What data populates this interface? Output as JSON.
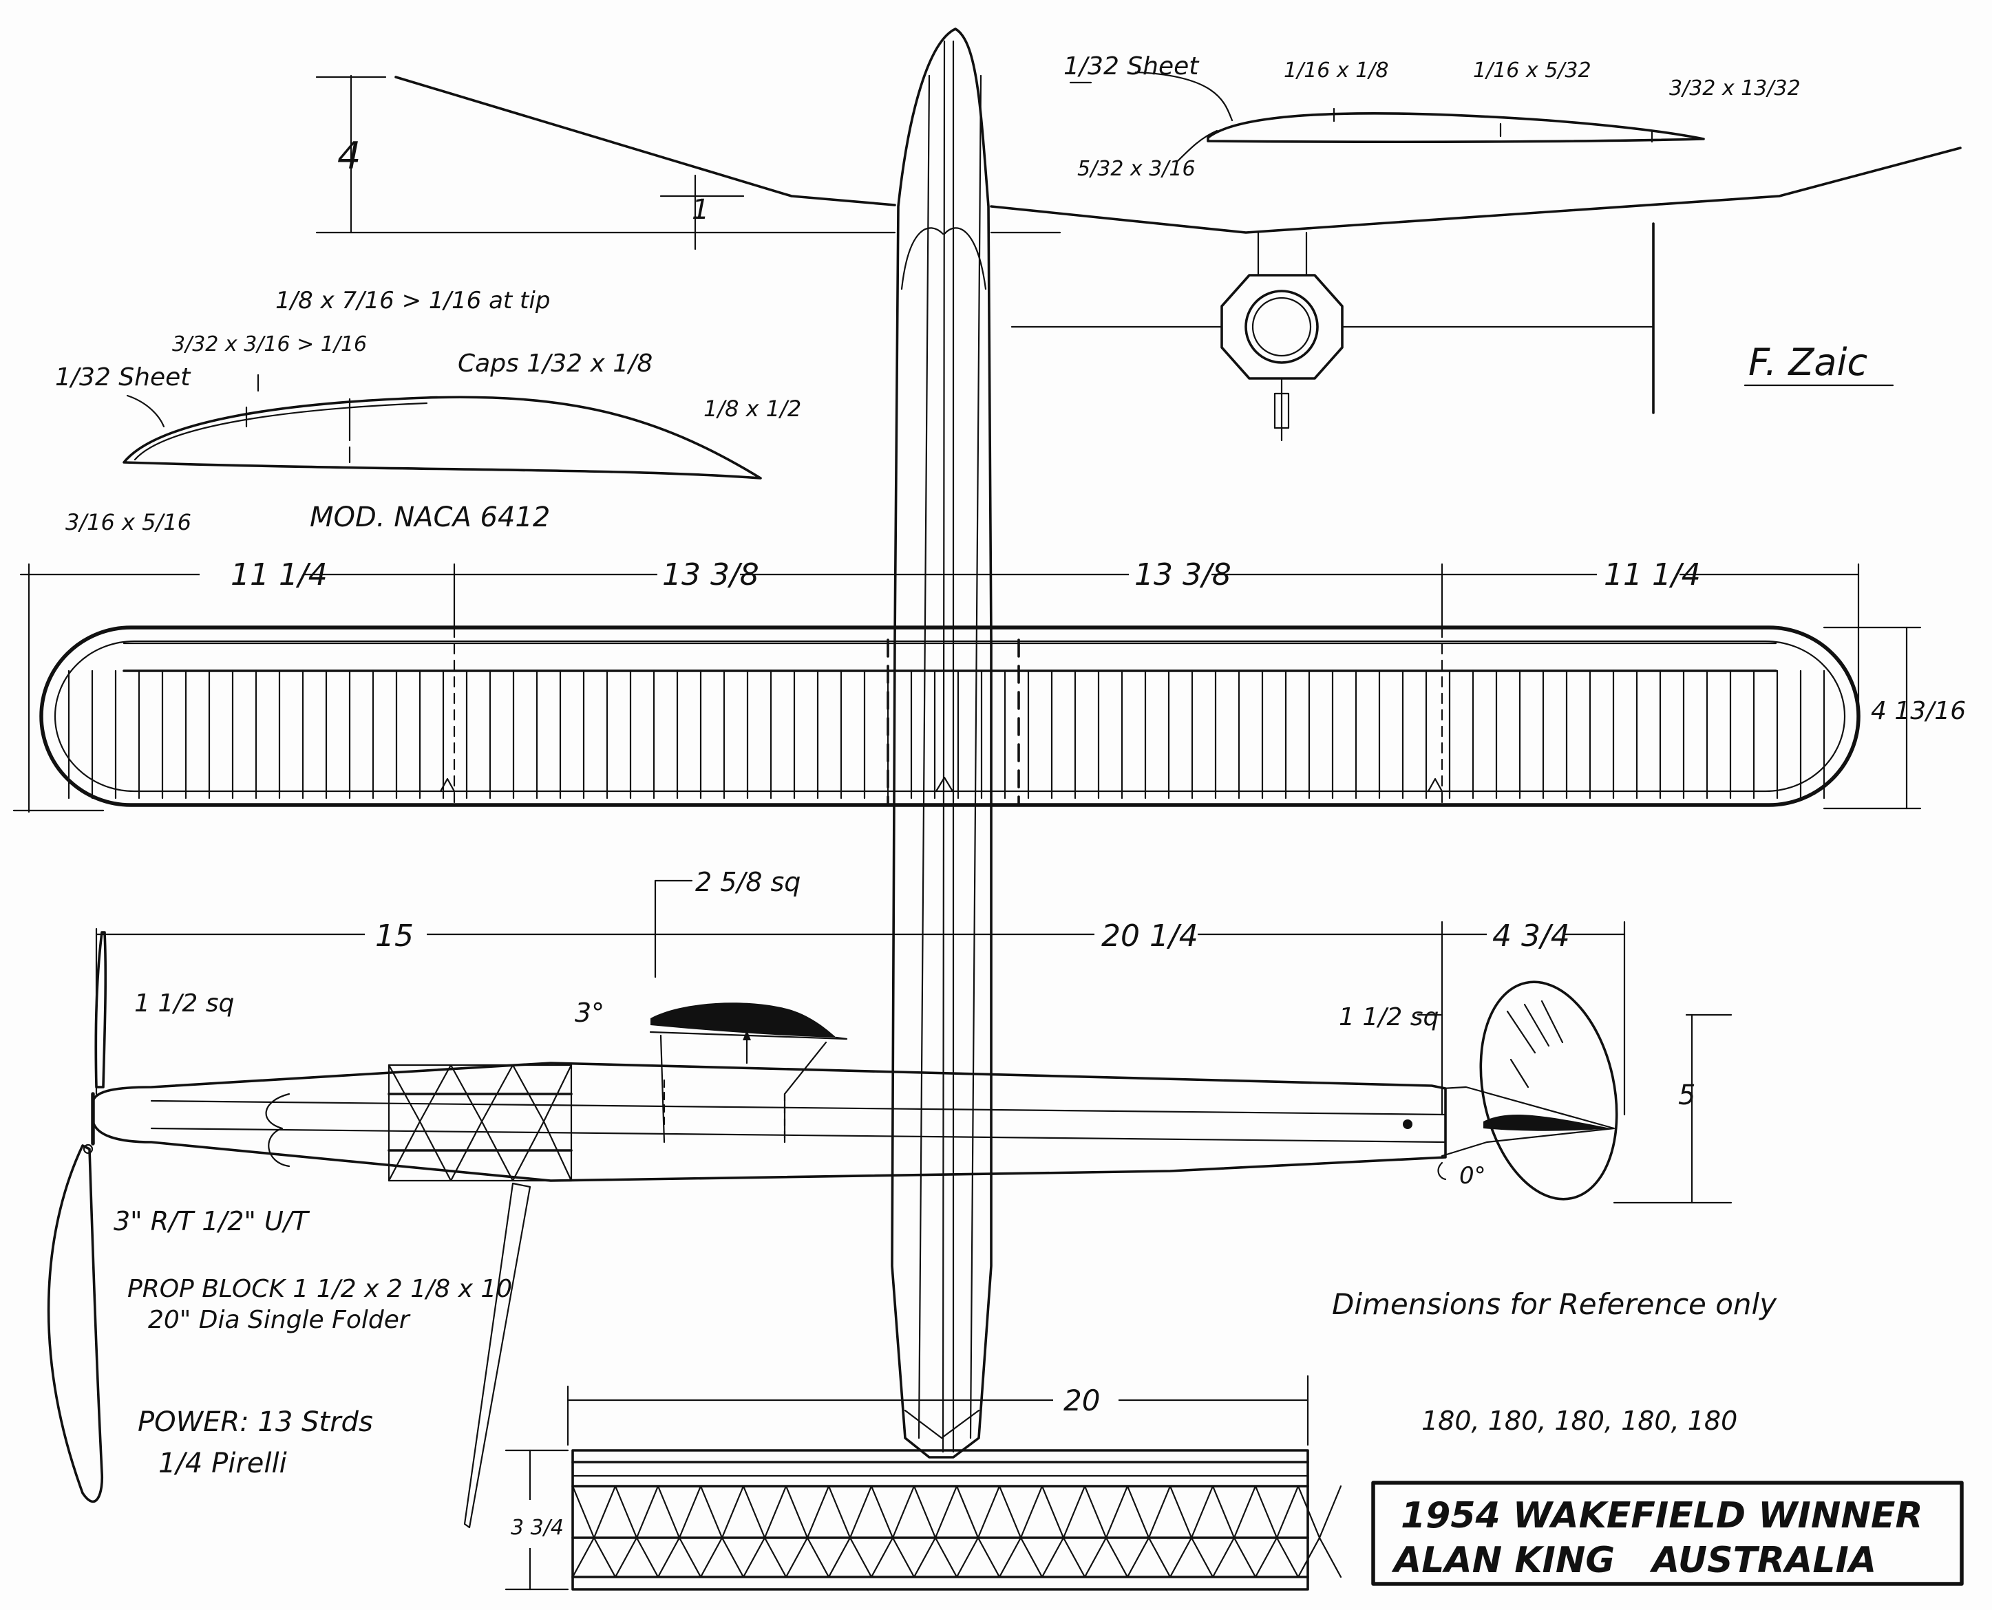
{
  "colors": {
    "ink": "#111111",
    "paper": "#fdfdfd"
  },
  "labels": {
    "dihedral_rise": "4",
    "dihedral_run": "1",
    "stab_le_sheet": "1/32 Sheet",
    "stab_spar_front": "1/16 x 1/8",
    "stab_spar_rear": "1/16 x 5/32",
    "stab_te": "3/32 x 13/32",
    "stab_le": "5/32 x 3/16",
    "wing_cap_spar": "1/8 x 7/16 > 1/16 at tip",
    "wing_le_sheet": "1/32 Sheet",
    "wing_front_spar": "3/32 x 3/16 > 1/16",
    "wing_caps": "Caps 1/32 x 1/8",
    "wing_te": "1/8 x 1/2",
    "wing_le": "3/16 x 5/16",
    "airfoil": "MOD. NACA 6412",
    "span_outer_left": "11 1/4",
    "span_inner_left": "13 3/8",
    "span_inner_right": "13 3/8",
    "span_outer_right": "11 1/4",
    "wing_chord": "4 13/16",
    "designer_signature": "F. Zaic",
    "pylon_area": "2 5/8 sq",
    "nose_length": "15",
    "tail_moment": "20 1/4",
    "fin_chord": "4 3/4",
    "nose_area": "1 1/2 sq",
    "pylon_angle": "3°",
    "fin_area": "1 1/2 sq",
    "fin_height": "5",
    "tail_angle": "0°",
    "thrust_line": "3\" R/T 1/2\" U/T",
    "prop_block": "PROP BLOCK 1 1/2 x 2 1/8 x 10",
    "prop_spec": "20\" Dia Single Folder",
    "reference_note": "Dimensions for Reference only",
    "power": "POWER: 13 Strds",
    "rubber": "1/4 Pirelli",
    "stab_span": "20",
    "stab_chord": "3 3/4",
    "series_list": "180, 180, 180, 180, 180"
  },
  "title_block": {
    "line1": "1954 WAKEFIELD WINNER",
    "line2_name": "ALAN KING",
    "line2_country": "AUSTRALIA"
  }
}
